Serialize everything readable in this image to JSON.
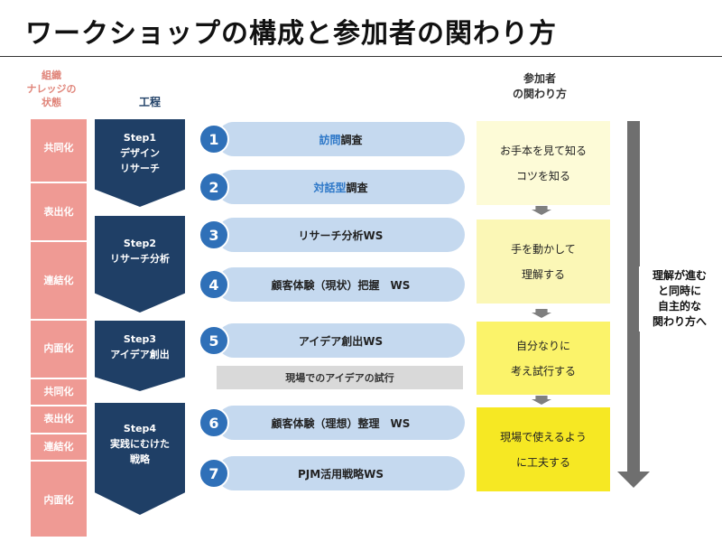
{
  "title": "ワークショップの構成と参加者の関わり方",
  "headers": {
    "state": [
      "組織",
      "ナレッジの",
      "状態"
    ],
    "process": "工程",
    "involvement": [
      "参加者",
      "の関わり方"
    ]
  },
  "states": [
    "共同化",
    "表出化",
    "連結化",
    "内面化",
    "共同化",
    "表出化",
    "連結化",
    "内面化"
  ],
  "steps": [
    {
      "lines": [
        "Step1",
        "デザイン",
        "リサーチ"
      ]
    },
    {
      "lines": [
        "Step2",
        "リサーチ分析"
      ]
    },
    {
      "lines": [
        "Step3",
        "アイデア創出"
      ]
    },
    {
      "lines": [
        "Step4",
        "実践にむけた",
        "戦略"
      ]
    }
  ],
  "workshops": [
    {
      "num": "1",
      "highlight": "訪問",
      "text": "調査"
    },
    {
      "num": "2",
      "highlight": "対話型",
      "text": "調査"
    },
    {
      "num": "3",
      "highlight": "",
      "text": "リサーチ分析WS"
    },
    {
      "num": "4",
      "highlight": "",
      "text": "顧客体験（現状）把握　WS"
    },
    {
      "num": "5",
      "highlight": "",
      "text": "アイデア創出WS"
    },
    {
      "num": "6",
      "highlight": "",
      "text": "顧客体験（理想）整理　WS"
    },
    {
      "num": "7",
      "highlight": "",
      "text": "PJM活用戦略WS"
    }
  ],
  "trial": "現場でのアイデアの試行",
  "involvement": [
    {
      "lines": [
        "お手本を見て知る",
        "コツを知る"
      ],
      "color": "#fdfbd7"
    },
    {
      "lines": [
        "手を動かして",
        "理解する"
      ],
      "color": "#fbf7b6"
    },
    {
      "lines": [
        "自分なりに",
        "考え試行する"
      ],
      "color": "#fbf36a"
    },
    {
      "lines": [
        "現場で使えるよう",
        "に工夫する"
      ],
      "color": "#f6e823"
    }
  ],
  "side_text": [
    "理解が進む",
    "と同時に",
    "自主的な",
    "関わり方へ"
  ]
}
